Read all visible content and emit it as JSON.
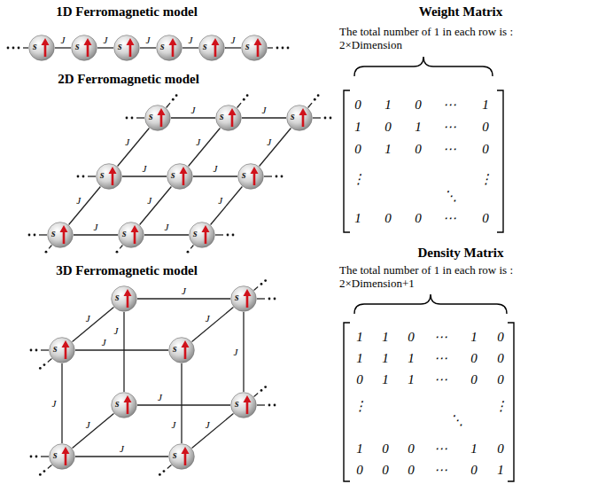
{
  "diagram": {
    "nodes": [
      {
        "text": [
          "s"
        ]
      },
      {
        "text": [
          "s"
        ]
      },
      {
        "text": [
          "s"
        ]
      },
      {
        "text": [
          "s"
        ]
      },
      {
        "text": [
          "s"
        ]
      },
      {
        "text": [
          "s"
        ]
      },
      {
        "text": [
          "s"
        ]
      },
      {
        "text": [
          "s"
        ]
      },
      {
        "text": [
          "s"
        ]
      },
      {
        "text": [
          "s"
        ]
      },
      {
        "text": [
          "s"
        ]
      },
      {
        "text": [
          "s"
        ]
      },
      {
        "text": [
          "s"
        ]
      },
      {
        "text": [
          "s"
        ]
      },
      {
        "text": [
          "s"
        ]
      },
      {
        "text": [
          "s"
        ]
      },
      {
        "text": [
          "s"
        ]
      },
      {
        "text": [
          "s"
        ]
      },
      {
        "text": [
          "s"
        ]
      },
      {
        "text": [
          "s"
        ]
      },
      {
        "text": [
          "s"
        ]
      },
      {
        "text": [
          "s"
        ]
      },
      {
        "text": [
          "s"
        ]
      }
    ],
    "edges": [
      {
        "from": 0,
        "to": 1,
        "arrow": "none",
        "label": "J"
      },
      {
        "from": 1,
        "to": 2,
        "arrow": "none",
        "label": "J"
      },
      {
        "from": 2,
        "to": 3,
        "arrow": "none",
        "label": "J"
      },
      {
        "from": 3,
        "to": 4,
        "arrow": "none",
        "label": "J"
      },
      {
        "from": 4,
        "to": 5,
        "arrow": "none",
        "label": "J"
      },
      {
        "from": 6,
        "to": 7,
        "arrow": "none",
        "label": "J"
      },
      {
        "from": 7,
        "to": 8,
        "arrow": "none",
        "label": "J"
      },
      {
        "from": 9,
        "to": 10,
        "arrow": "none",
        "label": "J"
      },
      {
        "from": 10,
        "to": 11,
        "arrow": "none",
        "label": "J"
      },
      {
        "from": 12,
        "to": 13,
        "arrow": "none",
        "label": "J"
      },
      {
        "from": 13,
        "to": 14,
        "arrow": "none",
        "label": "J"
      },
      {
        "from": 6,
        "to": 9,
        "arrow": "none",
        "label": "J"
      },
      {
        "from": 7,
        "to": 10,
        "arrow": "none",
        "label": "J"
      },
      {
        "from": 8,
        "to": 11,
        "arrow": "none",
        "label": "J"
      },
      {
        "from": 9,
        "to": 12,
        "arrow": "none",
        "label": "J"
      },
      {
        "from": 10,
        "to": 13,
        "arrow": "none",
        "label": "J"
      },
      {
        "from": 11,
        "to": 14,
        "arrow": "none",
        "label": "J"
      },
      {
        "from": 15,
        "to": 16,
        "arrow": "none",
        "label": "J"
      },
      {
        "from": 17,
        "to": 18,
        "arrow": "none",
        "label": "J"
      },
      {
        "from": 19,
        "to": 20,
        "arrow": "none",
        "label": "J"
      },
      {
        "from": 21,
        "to": 22,
        "arrow": "none",
        "label": "J"
      },
      {
        "from": 15,
        "to": 19,
        "arrow": "none",
        "label": "J"
      },
      {
        "from": 16,
        "to": 20,
        "arrow": "none",
        "label": "J"
      },
      {
        "from": 17,
        "to": 21,
        "arrow": "none",
        "label": "J"
      },
      {
        "from": 18,
        "to": 22,
        "arrow": "none",
        "label": "J"
      },
      {
        "from": 17,
        "to": 15,
        "arrow": "none",
        "label": "J"
      },
      {
        "from": 18,
        "to": 16,
        "arrow": "none",
        "label": "J"
      },
      {
        "from": 21,
        "to": 19,
        "arrow": "none",
        "label": "J"
      },
      {
        "from": 22,
        "to": 20,
        "arrow": "none",
        "label": "J"
      }
    ],
    "labels": [
      "1D Ferromagnetic model",
      "Weight Matrix",
      "The total number of 1 in each row is : 2×Dimension",
      "2D Ferromagnetic model",
      "Density Matrix",
      "The total number of 1 in each row is : 2×Dimension+1",
      "3D Ferromagnetic model",
      "0",
      "1",
      "0",
      "⋯",
      "1",
      "1",
      "0",
      "1",
      "⋯",
      "0",
      "0",
      "1",
      "0",
      "⋯",
      "0",
      "⋮",
      "⋱",
      "⋮",
      "1",
      "0",
      "0",
      "⋯",
      "0",
      "1",
      "1",
      "0",
      "⋯",
      "1",
      "0",
      "1",
      "1",
      "1",
      "⋯",
      "0",
      "0",
      "0",
      "1",
      "1",
      "⋯",
      "0",
      "0",
      "⋮",
      "⋱",
      "⋮",
      "1",
      "0",
      "0",
      "⋯",
      "1",
      "0",
      "0",
      "0",
      "0",
      "⋯",
      "0",
      "1"
    ]
  }
}
